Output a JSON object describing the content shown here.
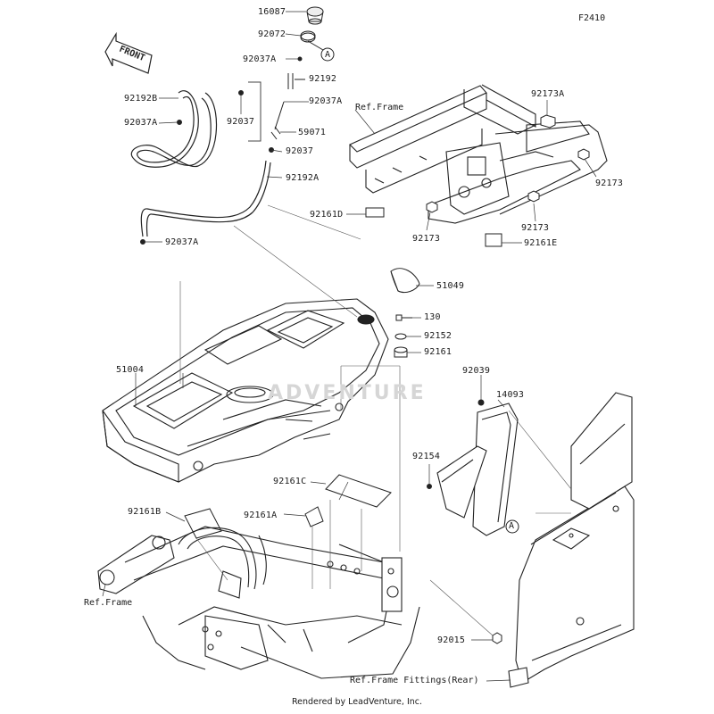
{
  "figure_code": "F2410",
  "front_label": "FRONT",
  "watermark": "ADVENTURE",
  "footer": "Rendered by LeadVenture, Inc.",
  "callout_a": "A",
  "refs": {
    "frame_top": "Ref.Frame",
    "frame_left": "Ref.Frame",
    "frame_fittings": "Ref.Frame Fittings(Rear)"
  },
  "parts": {
    "p16087": "16087",
    "p92072": "92072",
    "p92037A_top": "92037A",
    "p92192": "92192",
    "p92037A_mid": "92037A",
    "p92192B": "92192B",
    "p92037A_left": "92037A",
    "p92037": "92037",
    "p59071": "59071",
    "p92037_b": "92037",
    "p92192A": "92192A",
    "p92037A_low": "92037A",
    "p92173A": "92173A",
    "p92173_r": "92173",
    "p92161D": "92161D",
    "p92173_c": "92173",
    "p92173_l": "92173",
    "p92161E": "92161E",
    "p51049": "51049",
    "p130": "130",
    "p92152": "92152",
    "p92161": "92161",
    "p51004": "51004",
    "p92039": "92039",
    "p14093": "14093",
    "p92154": "92154",
    "p92161C": "92161C",
    "p92161B": "92161B",
    "p92161A": "92161A",
    "p92015": "92015"
  }
}
